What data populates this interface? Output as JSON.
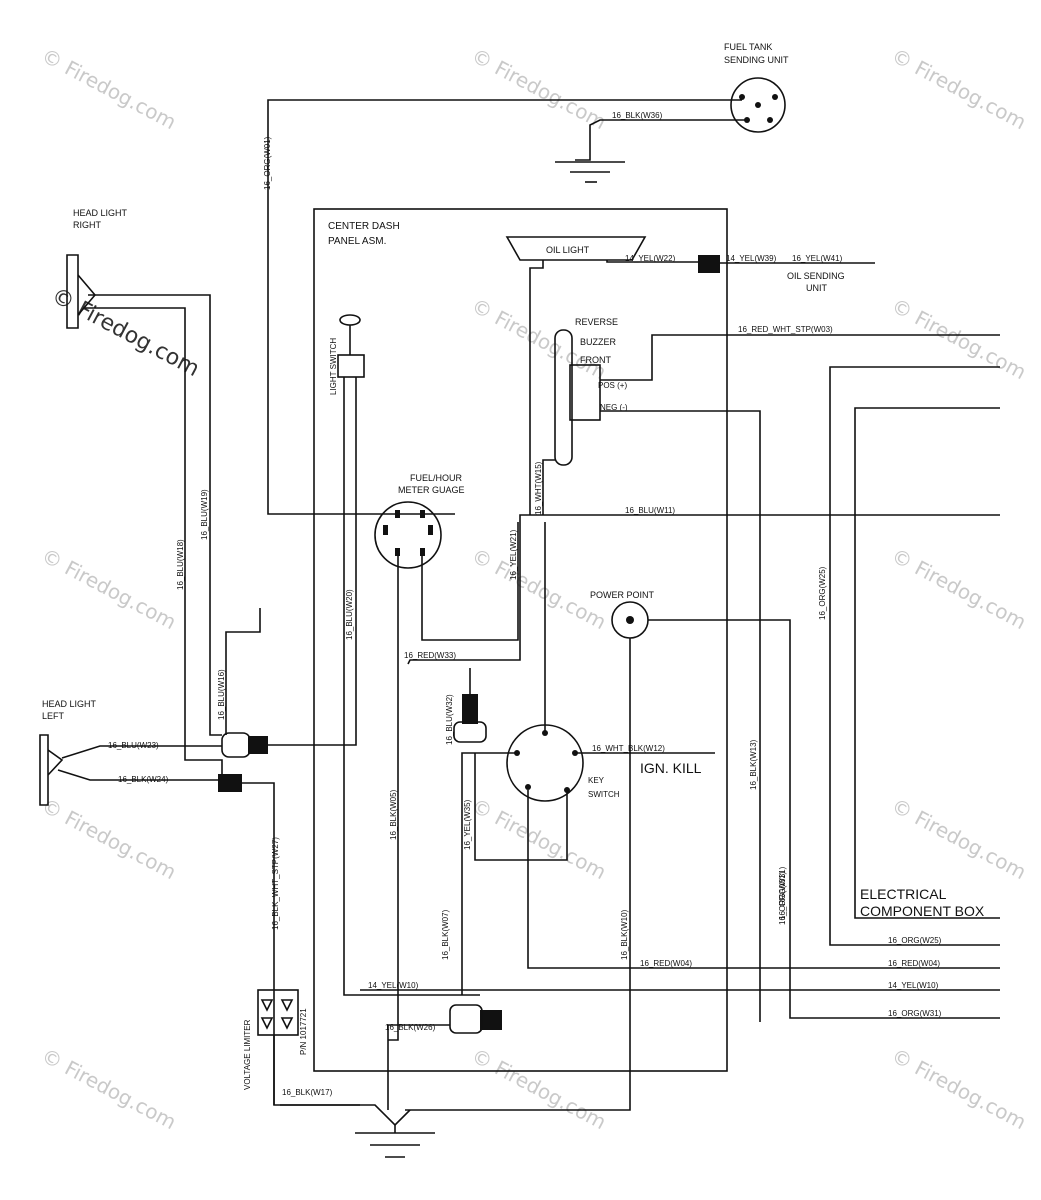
{
  "watermark": "© Firedog.com",
  "components": {
    "fuel_tank": "FUEL TANK",
    "fuel_tank_2": "SENDING UNIT",
    "center_dash": "CENTER DASH",
    "center_dash_2": "PANEL ASM.",
    "oil_light": "OIL LIGHT",
    "oil_sending": "OIL SENDING",
    "oil_sending_2": "UNIT",
    "head_right": "HEAD LIGHT",
    "head_right_2": "RIGHT",
    "head_left": "HEAD LIGHT",
    "head_left_2": "LEFT",
    "light_switch": "LIGHT SWITCH",
    "reverse": "REVERSE",
    "buzzer": "BUZZER",
    "front": "FRONT",
    "pos": "POS (+)",
    "neg": "NEG (-)",
    "fuel_hour": "FUEL/HOUR",
    "fuel_hour_2": "METER GUAGE",
    "power_point": "POWER POINT",
    "ign_kill": "IGN. KILL",
    "key": "KEY",
    "switch": "SWITCH",
    "elec_box": "ELECTRICAL",
    "elec_box_2": "COMPONENT BOX",
    "voltage_limiter": "VOLTAGE LIMITER",
    "pn": "P/N 1017721"
  },
  "wires": {
    "w36": "16_BLK(W36)",
    "w01": "16_ORG(W01)",
    "w22": "14_YEL(W22)",
    "w39": "14_YEL(W39)",
    "w41": "16_YEL(W41)",
    "w03": "16_RED_WHT_STP(W03)",
    "w15": "16_WHT(W15)",
    "w21": "16_YEL(W21)",
    "w11": "16_BLU(W11)",
    "w25v": "16_ORG(W25)",
    "w16": "16_BLU(W16)",
    "w18": "16_BLU(W18)",
    "w20": "16_BLU(W20)",
    "w19": "16_BLU(W19)",
    "w23": "16_BLU(W23)",
    "w24": "16_BLK(W24)",
    "w33": "16_RED(W33)",
    "w32": "16_BLU(W32)",
    "w12": "16_WHT_BLK(W12)",
    "w13": "16_BLK(W13)",
    "w05": "16_BLK(W05)",
    "w35": "16_YEL(W35)",
    "w07": "16_BLK(W07)",
    "w10": "16_BLK(W10)",
    "w31v": "16_ORG(W31)",
    "w27": "16_BLK_WHT_STP(W27)",
    "w25": "16_ORG(W25)",
    "w04": "16_RED(W04)",
    "w04b": "16_RED(W04)",
    "w10y": "14_YEL(W10)",
    "w10y2": "14_YEL(W10)",
    "w31": "16_ORG(W31)",
    "w26": "16_BLK(W26)",
    "w17": "16_BLK(W17)"
  }
}
